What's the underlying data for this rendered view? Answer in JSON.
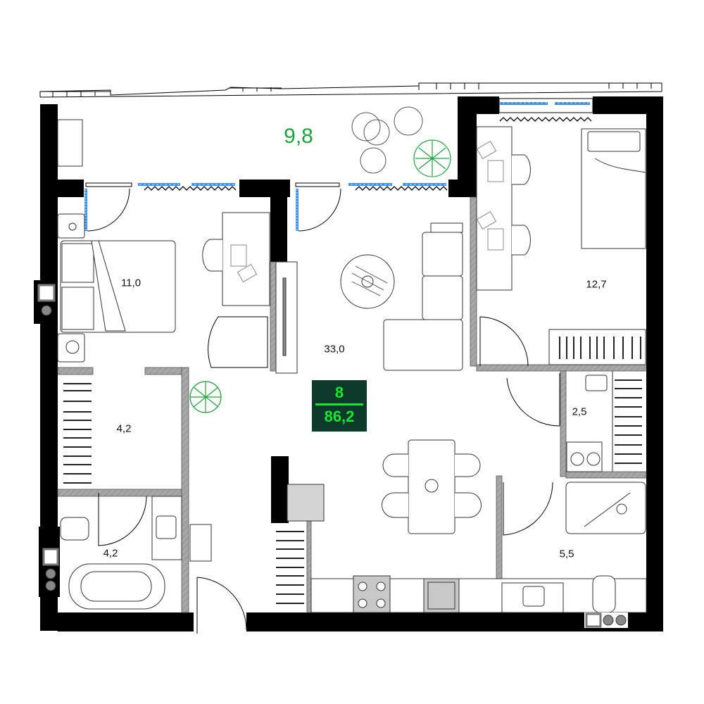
{
  "plan": {
    "badge": {
      "rooms": "8",
      "total_area": "86,2"
    },
    "balcony": {
      "area": "9,8"
    },
    "rooms": [
      {
        "id": "bedroom-1",
        "area": "11,0"
      },
      {
        "id": "living-kitchen",
        "area": "33,0"
      },
      {
        "id": "bedroom-2",
        "area": "12,7"
      },
      {
        "id": "wardrobe",
        "area": "4,2"
      },
      {
        "id": "bathroom-1",
        "area": "4,2"
      },
      {
        "id": "laundry",
        "area": "2,5"
      },
      {
        "id": "bathroom-2",
        "area": "5,5"
      }
    ],
    "colors": {
      "wall": "#000000",
      "partition": "#9a9a9a",
      "glass": "#3a8ee8",
      "plant": "#1ea33a",
      "badge_bg": "#0e3a2b",
      "badge_text": "#19e630"
    }
  }
}
